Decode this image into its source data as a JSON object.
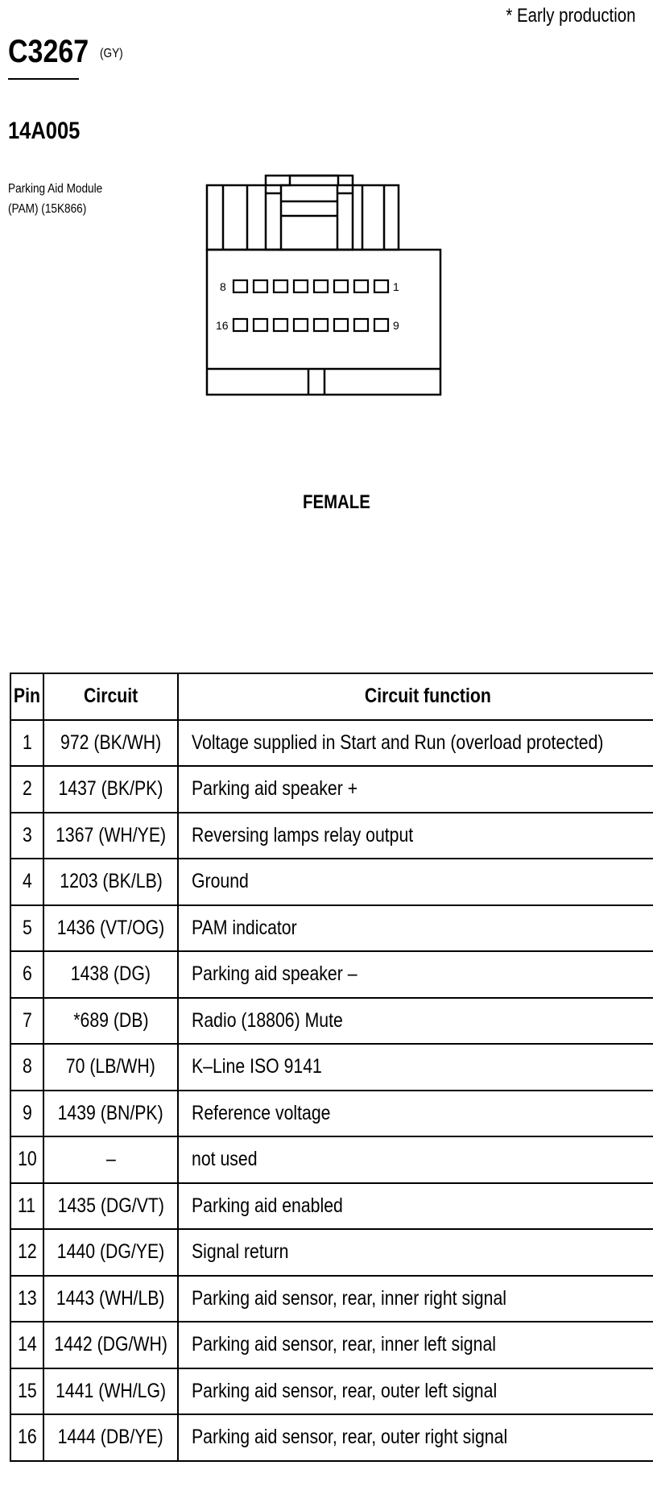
{
  "footnote": "* Early production",
  "connector": {
    "id": "C3267",
    "color": "(GY)",
    "part_number": "14A005",
    "description_line1": "Parking Aid Module",
    "description_line2": "(PAM) (15K866)"
  },
  "diagram": {
    "pin_row1_left": "8",
    "pin_row1_right": "1",
    "pin_row2_left": "16",
    "pin_row2_right": "9",
    "gender": "FEMALE"
  },
  "table": {
    "headers": {
      "pin": "Pin",
      "circuit": "Circuit",
      "function": "Circuit function"
    },
    "rows": [
      {
        "pin": "1",
        "circuit": "972 (BK/WH)",
        "function": "Voltage supplied in Start and Run (overload protected)"
      },
      {
        "pin": "2",
        "circuit": "1437 (BK/PK)",
        "function": "Parking aid speaker +"
      },
      {
        "pin": "3",
        "circuit": "1367 (WH/YE)",
        "function": "Reversing lamps relay output"
      },
      {
        "pin": "4",
        "circuit": "1203 (BK/LB)",
        "function": "Ground"
      },
      {
        "pin": "5",
        "circuit": "1436 (VT/OG)",
        "function": "PAM indicator"
      },
      {
        "pin": "6",
        "circuit": "1438 (DG)",
        "function": "Parking aid speaker –"
      },
      {
        "pin": "7",
        "circuit": "*689 (DB)",
        "function": "Radio (18806) Mute"
      },
      {
        "pin": "8",
        "circuit": "70 (LB/WH)",
        "function": "K–Line ISO 9141"
      },
      {
        "pin": "9",
        "circuit": "1439 (BN/PK)",
        "function": "Reference voltage"
      },
      {
        "pin": "10",
        "circuit": "–",
        "function": "not used"
      },
      {
        "pin": "11",
        "circuit": "1435 (DG/VT)",
        "function": "Parking aid enabled"
      },
      {
        "pin": "12",
        "circuit": "1440 (DG/YE)",
        "function": "Signal return"
      },
      {
        "pin": "13",
        "circuit": "1443 (WH/LB)",
        "function": "Parking aid sensor, rear, inner right signal"
      },
      {
        "pin": "14",
        "circuit": "1442 (DG/WH)",
        "function": "Parking aid sensor, rear, inner left signal"
      },
      {
        "pin": "15",
        "circuit": "1441 (WH/LG)",
        "function": "Parking aid sensor, rear, outer left signal"
      },
      {
        "pin": "16",
        "circuit": "1444 (DB/YE)",
        "function": "Parking aid sensor, rear, outer right signal"
      }
    ]
  }
}
